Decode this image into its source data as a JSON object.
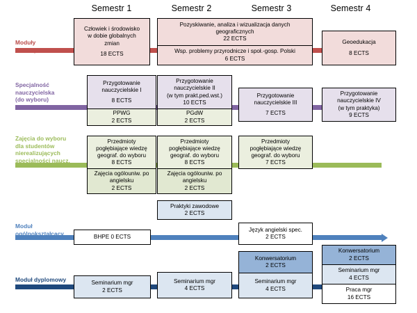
{
  "semesters": [
    {
      "label": "Semestr 1"
    },
    {
      "label": "Semestr 2"
    },
    {
      "label": "Semestr 3"
    },
    {
      "label": "Semestr 4"
    }
  ],
  "rows": [
    {
      "id": "obowiazkowe",
      "label": "Moduły\nobowiązkowe",
      "color": "#B94A48",
      "arrow_color": "#C0504D"
    },
    {
      "id": "specjalnosc",
      "label": "Specjalność\nnauczycielska\n(do wyboru)",
      "color": "#8064A2",
      "arrow_color": "#8064A2"
    },
    {
      "id": "zajecia-do-wyboru",
      "label": "Zajęcia do wyboru\ndla studentów\nnierealizujących\nspecjalności naucz.",
      "color": "#9BBB59",
      "arrow_color": "#9BBB59"
    },
    {
      "id": "ogolnoksztalcacy",
      "label": "Moduł\nogólnokształcący",
      "color": "#4F81BD",
      "arrow_color": "#4F81BD"
    },
    {
      "id": "dyplomowy",
      "label": "Moduł dyplomowy",
      "color": "#1F497D",
      "arrow_color": "#1F497D"
    }
  ],
  "boxes": {
    "r1c1": {
      "lines": [
        "Człowiek i środowisko",
        "w dobie globalnych",
        "zmian"
      ],
      "ects": "18 ECTS"
    },
    "r1c23a": {
      "lines": [
        "Pozyskiwanie, analiza i wizualizacja danych",
        "geograficznych",
        "22 ECTS"
      ],
      "ects": ""
    },
    "r1c23b": {
      "lines": [
        "Wsp. problemy przyrodnicze i społ.-gosp. Polski",
        "6 ECTS"
      ],
      "ects": ""
    },
    "r1c4": {
      "lines": [
        "Geoedukacja"
      ],
      "ects": "8 ECTS"
    },
    "r2c1a": {
      "lines": [
        "Przygotowanie",
        "nauczycielskie I"
      ],
      "ects": "8 ECTS"
    },
    "r2c1b": {
      "lines": [
        "PPWG",
        "2 ECTS"
      ],
      "ects": ""
    },
    "r2c2a": {
      "lines": [
        "Przygotowanie",
        "nauczycielskie II",
        "(w tym prakt.ped.wst.)",
        "10 ECTS"
      ],
      "ects": ""
    },
    "r2c2b": {
      "lines": [
        "PGdW",
        "2 ECTS"
      ],
      "ects": ""
    },
    "r2c3": {
      "lines": [
        "Przygotowanie",
        "nauczycielskie III"
      ],
      "ects": "7 ECTS"
    },
    "r2c4": {
      "lines": [
        "Przygotowanie",
        "nauczycielskie IV",
        "(w tym praktyka)",
        "9 ECTS"
      ],
      "ects": ""
    },
    "r3c1a": {
      "lines": [
        "Przedmioty",
        "pogłębiające wiedzę",
        "geograf. do wyboru",
        "8 ECTS"
      ],
      "ects": ""
    },
    "r3c1b": {
      "lines": [
        "Zajęcia ogólouniw. po",
        "angielsku",
        "2 ECTS"
      ],
      "ects": ""
    },
    "r3c2a": {
      "lines": [
        "Przedmioty",
        "pogłębiające wiedzę",
        "geograf. do wyboru",
        "8 ECTS"
      ],
      "ects": ""
    },
    "r3c2b": {
      "lines": [
        "Zajęcia ogólouniw. po",
        "angielsku",
        "2 ECTS"
      ],
      "ects": ""
    },
    "r3c2c": {
      "lines": [
        "Praktyki zawodowe",
        "2 ECTS"
      ],
      "ects": ""
    },
    "r3c3": {
      "lines": [
        "Przedmioty",
        "pogłębiające wiedzę",
        "geograf. do wyboru",
        "7 ECTS"
      ],
      "ects": ""
    },
    "r4c12": {
      "lines": [
        "BHPE 0 ECTS"
      ],
      "ects": ""
    },
    "r4c3": {
      "lines": [
        "Język angielski spec.",
        "2 ECTS"
      ],
      "ects": ""
    },
    "r5c1": {
      "lines": [
        "Seminarium mgr",
        "2 ECTS"
      ],
      "ects": ""
    },
    "r5c2": {
      "lines": [
        "Seminarium mgr",
        "4 ECTS"
      ],
      "ects": ""
    },
    "r5c3a": {
      "lines": [
        "Konwersatorium",
        "2 ECTS"
      ],
      "ects": ""
    },
    "r5c3b": {
      "lines": [
        "Seminarium mgr",
        "4 ECTS"
      ],
      "ects": ""
    },
    "r5c4a": {
      "lines": [
        "Konwersatorium",
        "2 ECTS"
      ],
      "ects": ""
    },
    "r5c4b": {
      "lines": [
        "Seminarium mgr",
        "4 ECTS"
      ],
      "ects": ""
    },
    "r5c4c": {
      "lines": [
        "Praca mgr",
        "16 ECTS"
      ],
      "ects": ""
    }
  }
}
